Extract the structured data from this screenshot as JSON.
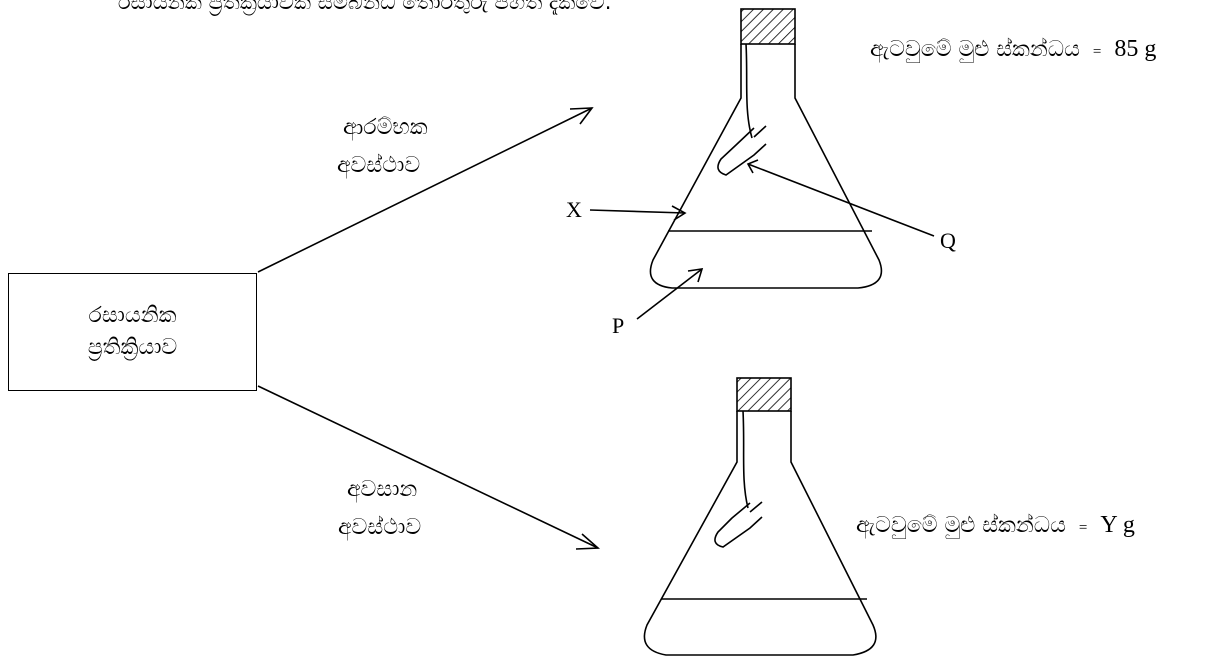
{
  "heading": "රසායනික ප්‍රතික්‍රියාවක් සම්බන්ධ තොරතුරු පහත දැක්වේ.",
  "box": {
    "line1": "රසායනික",
    "line2": "ප්‍රතික්‍රියාව"
  },
  "initial_state": {
    "line1": "ආරම්භක",
    "line2": "අවස්ථාව"
  },
  "final_state": {
    "line1": "අවසාන",
    "line2": "අවස්ථාව"
  },
  "labels": {
    "x": "X",
    "q": "Q",
    "p": "P"
  },
  "initial_mass": {
    "label": "ඇටවුමේ මුළු ස්කන්ධය",
    "eq": "=",
    "value": "85 g"
  },
  "final_mass": {
    "label": "ඇටවුමේ මුළු ස්කන්ධය",
    "eq": "=",
    "value": "Y g"
  }
}
